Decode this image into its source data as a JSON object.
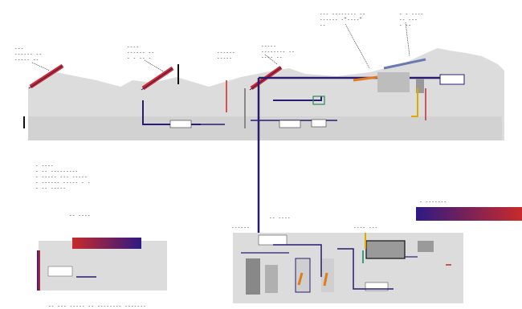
{
  "diagram": {
    "title": "---- ----- --- ----",
    "labels": {
      "collector_1": "---\n------ --\n----- --",
      "collector_2": "----\n------ --\n- - -- -",
      "collector_3": "-----\n-------- --\n---- --",
      "tower": "------\n-----",
      "top_center": "--- -------- --\n------ -\"----\"\n--",
      "top_right": "- - ----\n-- ---\n- --",
      "notes": "- ----\n- -- ---------\n- ----- --- -----\n- ------ ----- - -\n- -- -----",
      "small_box_title": "-- ----",
      "small_box_caption": "-- --- ----- -- -------- -------",
      "lower_left_title": "------",
      "lower_mid_title": "-- ----",
      "lower_right_title": "---- ---",
      "gradient_label": "- -------"
    },
    "colors": {
      "panel_gray": "#dcdcdc",
      "pipe_navy": "#2b1a72",
      "solar_red": "#cc2a2a",
      "accent_orange": "#e07a1a",
      "accent_yellow": "#e0a800",
      "gradient_start": "#2e1a82",
      "gradient_end": "#c82a2a"
    }
  }
}
